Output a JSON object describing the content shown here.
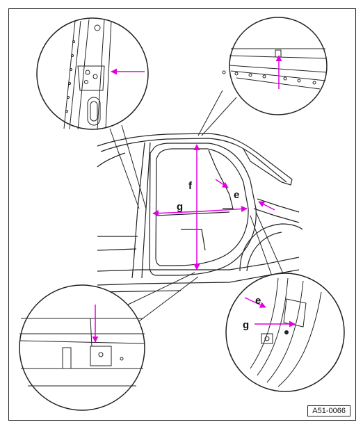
{
  "labels": {
    "f": "f",
    "e_main": "e",
    "g_main": "g",
    "e_detail": "e",
    "g_detail": "g"
  },
  "reference_code": "A51-0066",
  "colors": {
    "line": "#222222",
    "arrow": "#e000e0",
    "background": "#ffffff"
  }
}
